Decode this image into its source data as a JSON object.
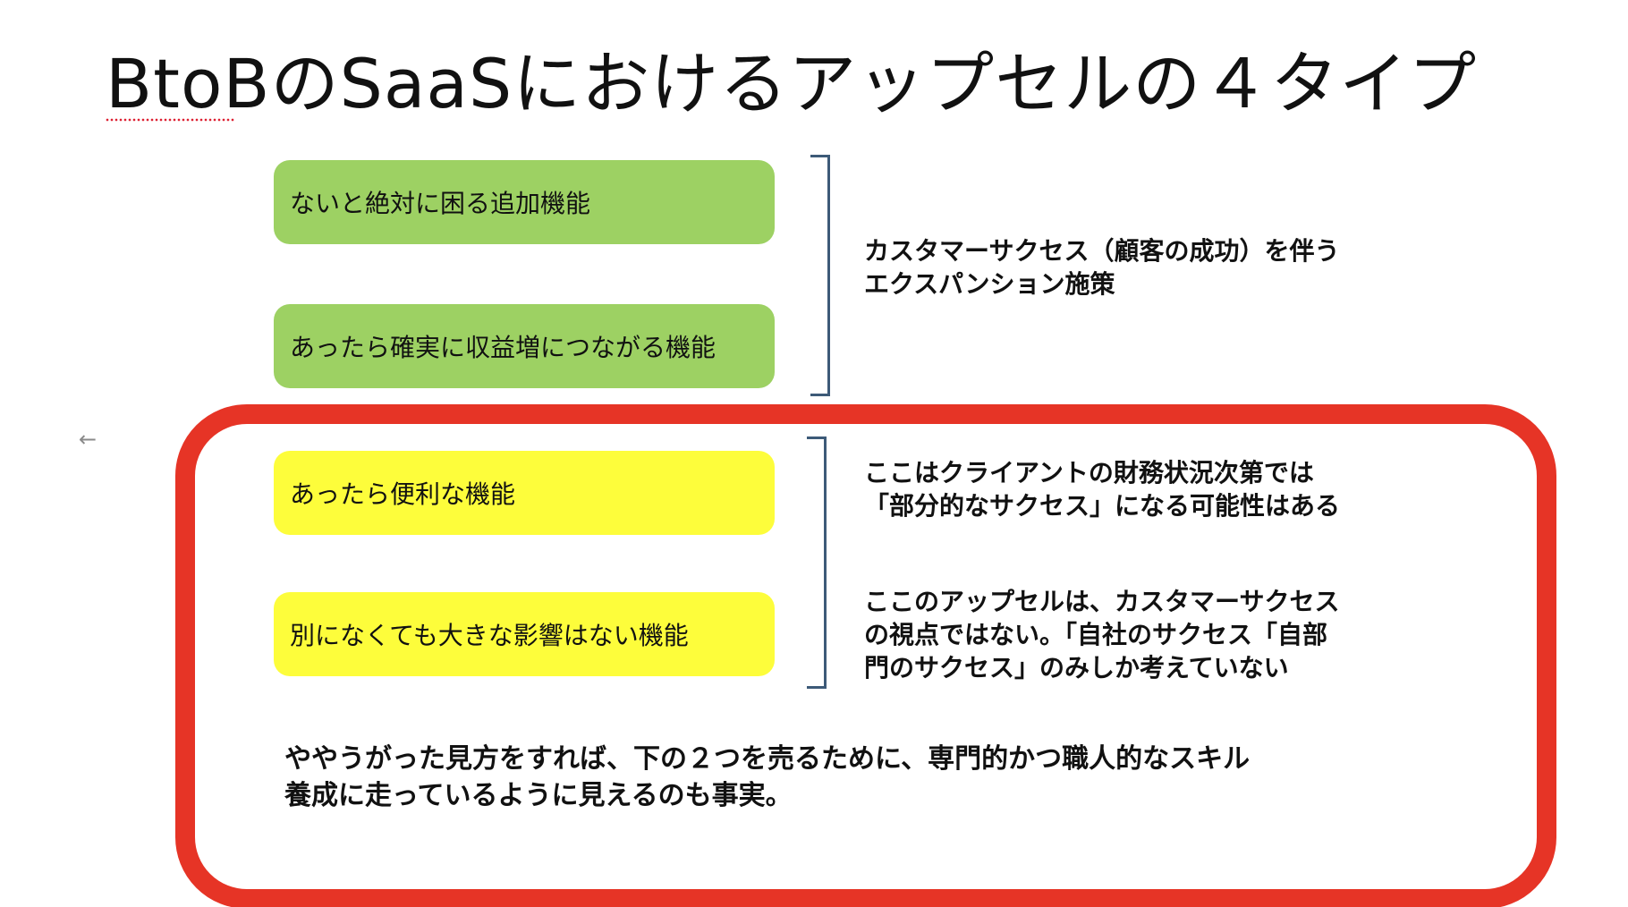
{
  "slide": {
    "title": "BtoBのSaaSにおけるアップセルの４タイプ",
    "features": [
      {
        "label": "ないと絶対に困る追加機能",
        "color": "green"
      },
      {
        "label": "あったら確実に収益増につながる機能",
        "color": "green"
      },
      {
        "label": "あったら便利な機能",
        "color": "yellow"
      },
      {
        "label": "別になくても大きな影響はない機能",
        "color": "yellow"
      }
    ],
    "notes": {
      "top": [
        "カスタマーサクセス（顧客の成功）を伴う",
        "エクスパンション施策"
      ],
      "middle": [
        "ここはクライアントの財務状況次第では",
        "「部分的なサクセス」になる可能性はある"
      ],
      "lower": [
        "ここのアップセルは、カスタマーサクセス",
        "の視点ではない。「自社のサクセス「自部",
        "門のサクセス」のみしか考えていない"
      ]
    },
    "bottom_note": [
      "ややうがった見方をすれば、下の２つを売るために、専門的かつ職人的なスキル",
      "養成に走っているように見えるのも事実。"
    ]
  },
  "ui": {
    "back_arrow": "←",
    "back_arrow_icon": "arrow-left-icon"
  },
  "colors": {
    "green_box": "#9dd163",
    "yellow_box": "#fdfd3b",
    "highlight_frame": "#e63426",
    "bracket": "#3d5a78"
  }
}
